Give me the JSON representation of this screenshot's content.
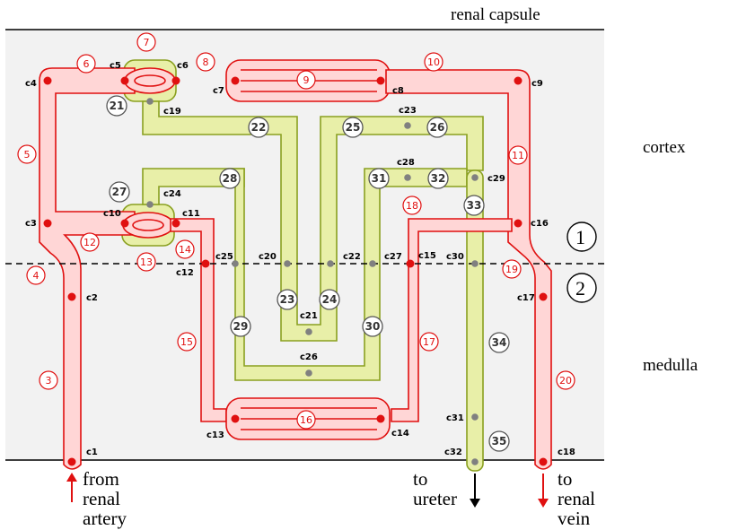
{
  "regions": {
    "renal_capsule": "renal capsule",
    "cortex": "cortex",
    "medulla": "medulla"
  },
  "io": {
    "from_line1": "from",
    "from_line2": "renal",
    "from_line3": "artery",
    "ureter_line1": "to",
    "ureter_line2": "ureter",
    "vein_line1": "to",
    "vein_line2": "renal",
    "vein_line3": "vein"
  },
  "zones": [
    "1",
    "2"
  ],
  "colors": {
    "vessel_stroke": "#e01010",
    "vessel_fill": "#ffd6d6",
    "tubule_stroke": "#8aa020",
    "tubule_fill": "#e8efa8",
    "node_grey": "#808080",
    "background_tissue": "#f2f2f2"
  },
  "red_segments": [
    "3",
    "4",
    "5",
    "6",
    "7",
    "8",
    "9",
    "10",
    "11",
    "12",
    "13",
    "14",
    "15",
    "16",
    "17",
    "18",
    "19",
    "20"
  ],
  "grey_segments": [
    "21",
    "22",
    "23",
    "24",
    "25",
    "26",
    "27",
    "28",
    "29",
    "30",
    "31",
    "32",
    "33",
    "34",
    "35"
  ],
  "nodes": {
    "c1": "c1",
    "c2": "c2",
    "c3": "c3",
    "c4": "c4",
    "c5": "c5",
    "c6": "c6",
    "c7": "c7",
    "c8": "c8",
    "c9": "c9",
    "c10": "c10",
    "c11": "c11",
    "c12": "c12",
    "c13": "c13",
    "c14": "c14",
    "c15": "c15",
    "c16": "c16",
    "c17": "c17",
    "c18": "c18",
    "c19": "c19",
    "c20": "c20",
    "c21": "c21",
    "c22": "c22",
    "c23": "c23",
    "c24": "c24",
    "c25": "c25",
    "c26": "c26",
    "c27": "c27",
    "c28": "c28",
    "c29": "c29",
    "c30": "c30",
    "c31": "c31",
    "c32": "c32"
  }
}
